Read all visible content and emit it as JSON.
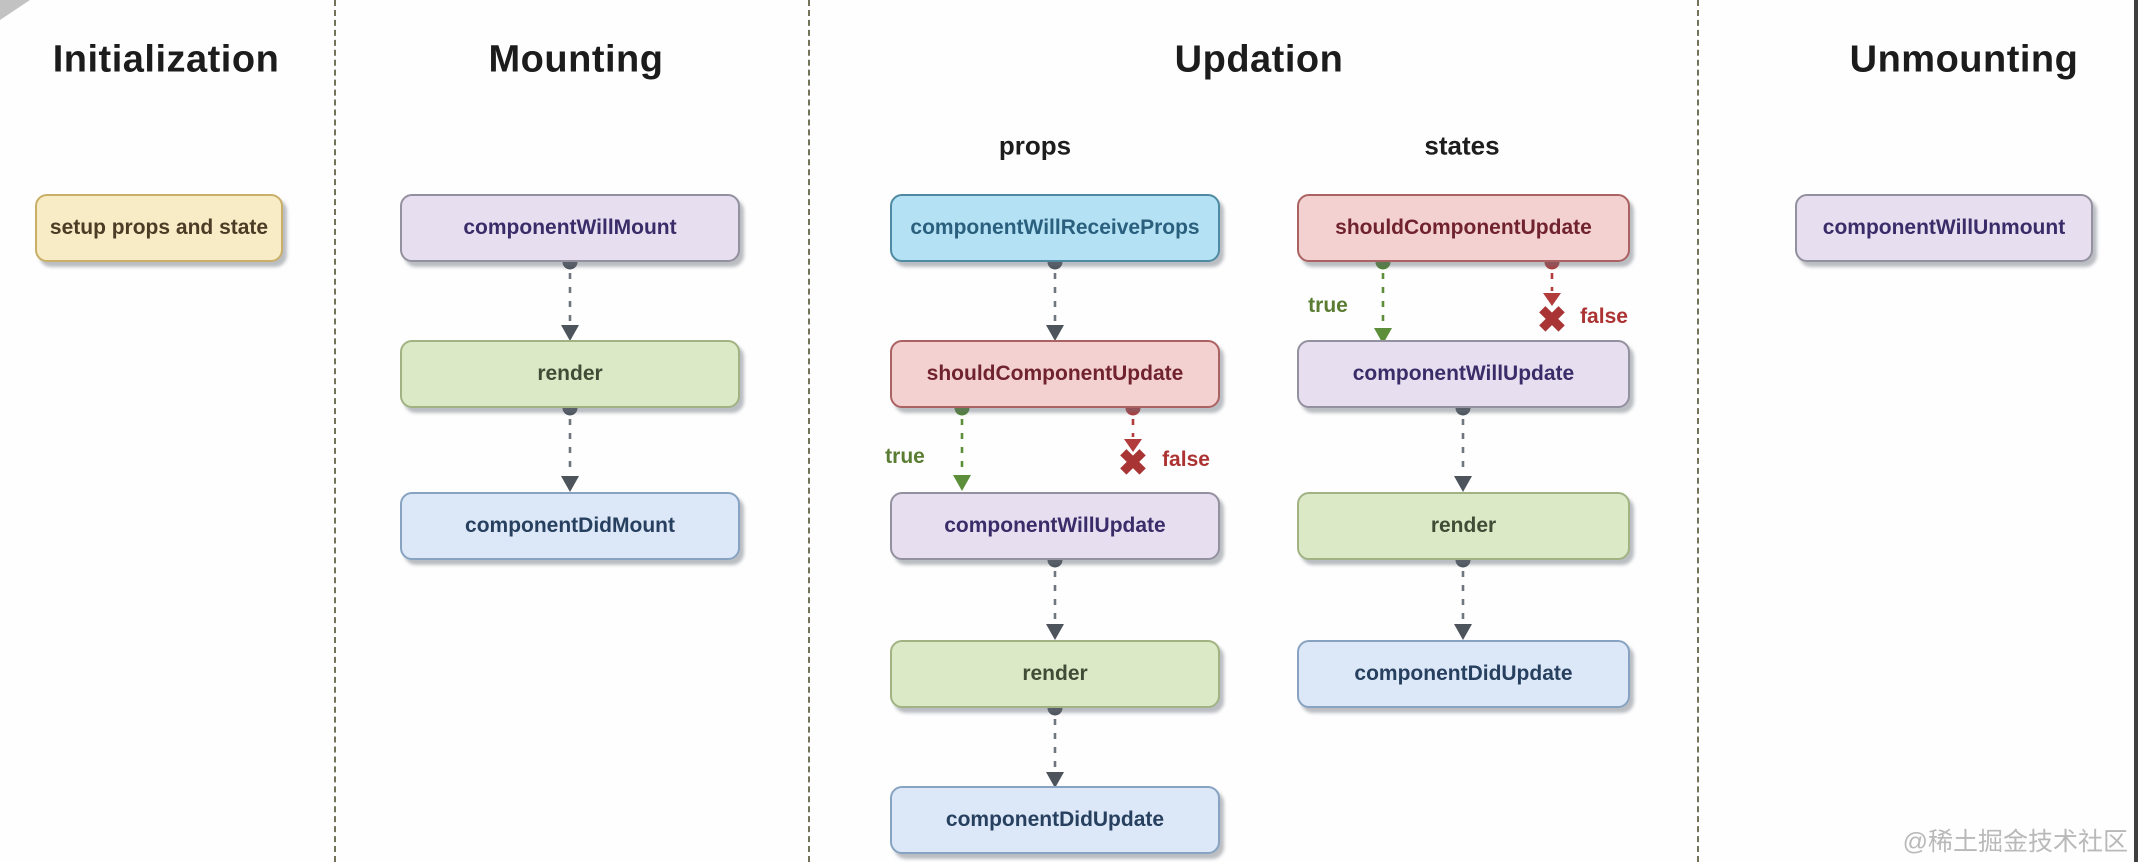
{
  "diagram": {
    "columns": [
      {
        "title": "Initialization",
        "nodes": [
          {
            "label": "setup props and state"
          }
        ]
      },
      {
        "title": "Mounting",
        "nodes": [
          {
            "label": "componentWillMount"
          },
          {
            "label": "render"
          },
          {
            "label": "componentDidMount"
          }
        ]
      },
      {
        "title": "Updation",
        "subcolumns": [
          {
            "title": "props",
            "nodes": [
              {
                "label": "componentWillReceiveProps"
              },
              {
                "label": "shouldComponentUpdate"
              },
              {
                "label": "componentWillUpdate"
              },
              {
                "label": "render"
              },
              {
                "label": "componentDidUpdate"
              }
            ],
            "branches": {
              "true_label": "true",
              "false_label": "false"
            }
          },
          {
            "title": "states",
            "nodes": [
              {
                "label": "shouldComponentUpdate"
              },
              {
                "label": "componentWillUpdate"
              },
              {
                "label": "render"
              },
              {
                "label": "componentDidUpdate"
              }
            ],
            "branches": {
              "true_label": "true",
              "false_label": "false"
            }
          }
        ]
      },
      {
        "title": "Unmounting",
        "nodes": [
          {
            "label": "componentWillUnmount"
          }
        ]
      }
    ]
  },
  "icons": {
    "x_mark": "✖"
  },
  "watermark": "@稀土掘金技术社区",
  "colors": {
    "setup_fill": "#f8ecc6",
    "setup_border": "#c9af67",
    "will_fill": "#e7dff0",
    "will_border": "#93909f",
    "render_fill": "#dbe9c7",
    "render_border": "#a2b383",
    "did_fill": "#dce8f7",
    "did_border": "#88a3c2",
    "receive_fill": "#b4e2f4",
    "receive_border": "#4e8ba3",
    "should_fill": "#f4d1d1",
    "should_border": "#ab6262",
    "true_green": "#5a7d33",
    "false_red": "#ad3333",
    "connector_gray": "#6f757c",
    "separator_olive": "#73735a"
  }
}
